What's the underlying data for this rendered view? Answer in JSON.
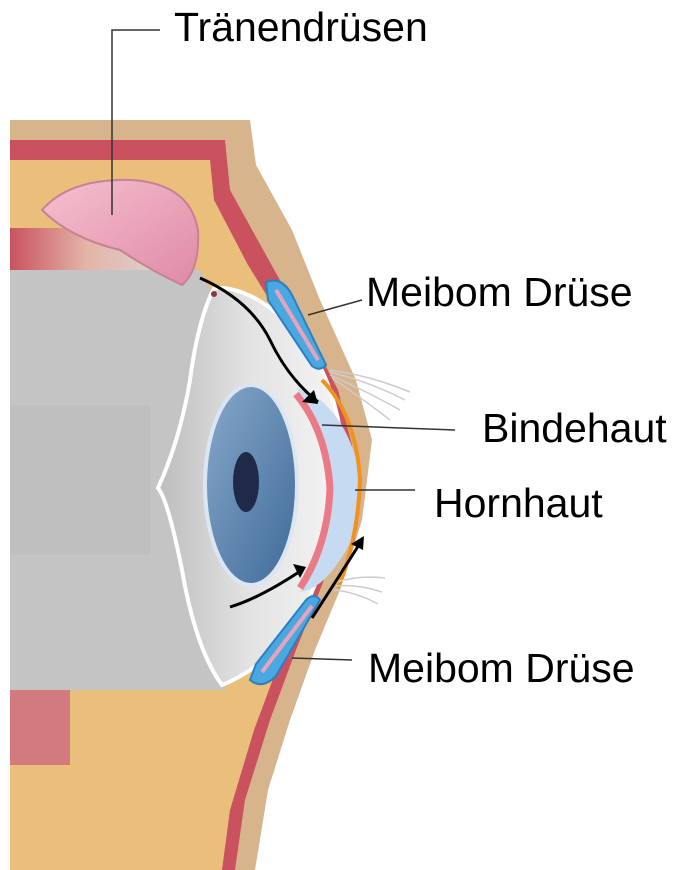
{
  "labels": {
    "lacrimal_gland": "Tränendrüsen",
    "meibom_upper": "Meibom Drüse",
    "conjunctiva": "Bindehaut",
    "cornea": "Hornhaut",
    "meibom_lower": "Meibom Drüse"
  },
  "colors": {
    "skin": "#e9bf7b",
    "skin_outer": "#d8b48c",
    "muscle": "#c9525e",
    "sclera": "#e6e6e6",
    "orbit_grey": "#c4c4c4",
    "iris": "#5e87b0",
    "pupil": "#1e2a47",
    "cornea_fill": "#c6daf1",
    "cornea_edge": "#f0921e",
    "conjunctiva_line": "#ea7a86",
    "lacrimal_gland": "#eba1b7",
    "meibom_gland": "#4aa8e0",
    "tear_flow_arrow": "#000000"
  }
}
